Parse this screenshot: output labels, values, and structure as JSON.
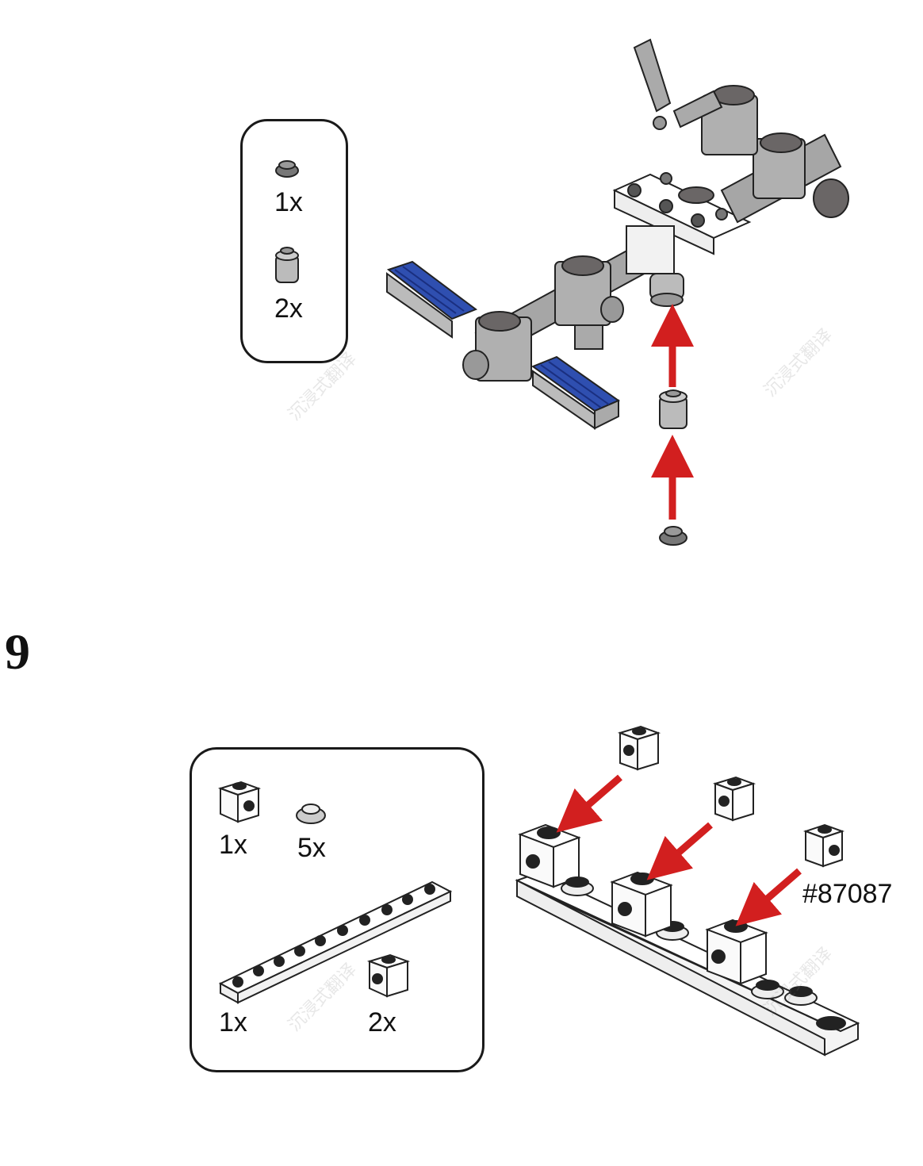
{
  "step_top": {
    "parts": [
      {
        "qty": "1x",
        "icon": "round-plate-1x1-dark"
      },
      {
        "qty": "2x",
        "icon": "round-brick-1x1-light"
      }
    ]
  },
  "step_bottom": {
    "number": "9",
    "parts": [
      {
        "qty": "1x",
        "icon": "brick-1x1-with-stud-on-side"
      },
      {
        "qty": "5x",
        "icon": "round-plate-1x1-white"
      },
      {
        "qty": "1x",
        "icon": "plate-1x10-white"
      },
      {
        "qty": "2x",
        "icon": "brick-1x1-with-stud-on-side-white"
      }
    ],
    "part_id": "#87087"
  },
  "watermark": {
    "text": "沉浸式翻译",
    "icon": "translate-logo-icon"
  },
  "colors": {
    "arrow": "#d21f1f",
    "blue": "#2f4fb0",
    "gray": "#9a9a9a",
    "dark_gray": "#6a6666"
  }
}
